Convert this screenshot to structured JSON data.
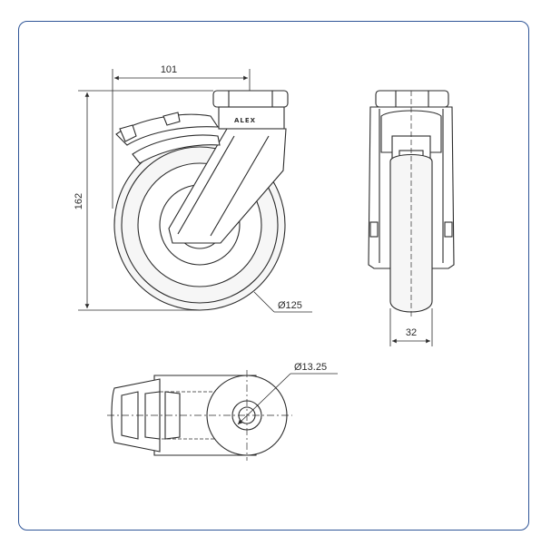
{
  "diagram": {
    "brand_mark": "ALEX",
    "dimensions": {
      "width_101": "101",
      "height_162": "162",
      "wheel_diameter": "Ø125",
      "wheel_width": "32",
      "bolt_hole_diameter": "Ø13.25"
    }
  },
  "colors": {
    "frame_border": "#2f5597",
    "line": "#2b2b2b",
    "wheel_fill": "#f4f4f4"
  }
}
